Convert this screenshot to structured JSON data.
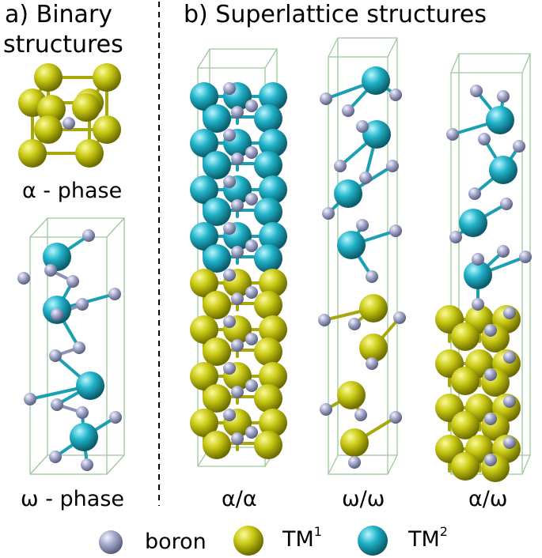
{
  "panel_a": {
    "title_line1": "a) Binary",
    "title_line2": "structures",
    "alpha_label": "α - phase",
    "omega_label": "ω - phase"
  },
  "panel_b": {
    "title": "b) Superlattice structures",
    "labels": [
      "α/α",
      "ω/ω",
      "α/ω"
    ]
  },
  "legend": {
    "items": [
      {
        "label": "boron",
        "color": "#9a9ec0"
      },
      {
        "label": "TM",
        "sup": "1",
        "color": "#c8c814"
      },
      {
        "label": "TM",
        "sup": "2",
        "color": "#22b4c8"
      }
    ]
  },
  "colors": {
    "boron": "#9a9ec0",
    "tm1": "#c8c814",
    "tm2": "#22b4c8",
    "cell_edge": "#9cc89c"
  }
}
